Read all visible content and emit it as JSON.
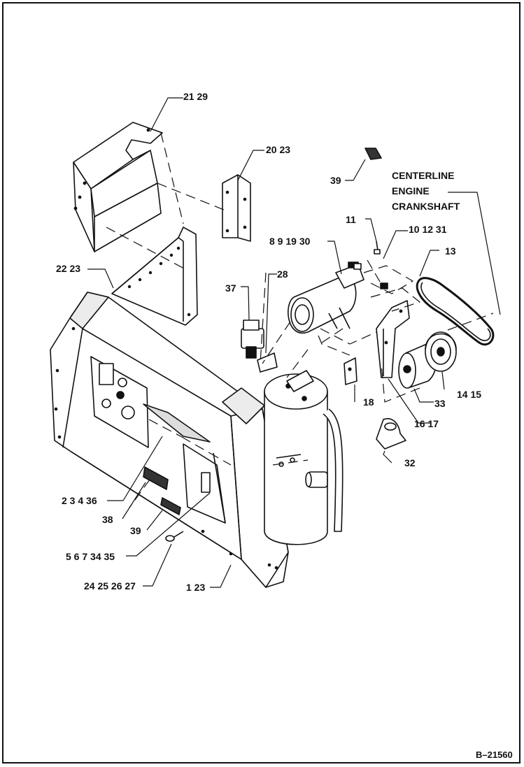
{
  "colors": {
    "ink": "#111111",
    "paper": "#ffffff",
    "shade": "#d9d9d9"
  },
  "labels": {
    "l21_29": "21 29",
    "l20_23": "20 23",
    "l39_top": "39",
    "l11": "11",
    "l10_12_31": "10 12 31",
    "l8_9_19_30": "8 9 19 30",
    "l13": "13",
    "l22_23": "22 23",
    "l37": "37",
    "l28": "28",
    "l18": "18",
    "l33": "33",
    "l14_15": "14 15",
    "l16_17": "16 17",
    "l32": "32",
    "l2_3_4_36": "2 3 4 36",
    "l38": "38",
    "l39_bottom": "39",
    "l5_6_7_34_35": "5 6 7 34 35",
    "l24_25_26_27": "24 25 26 27",
    "l1_23": "1 23"
  },
  "centerline": {
    "line1": "CENTERLINE",
    "line2": "ENGINE",
    "line3": "CRANKSHAFT"
  },
  "drawing_ref": "B–21560"
}
